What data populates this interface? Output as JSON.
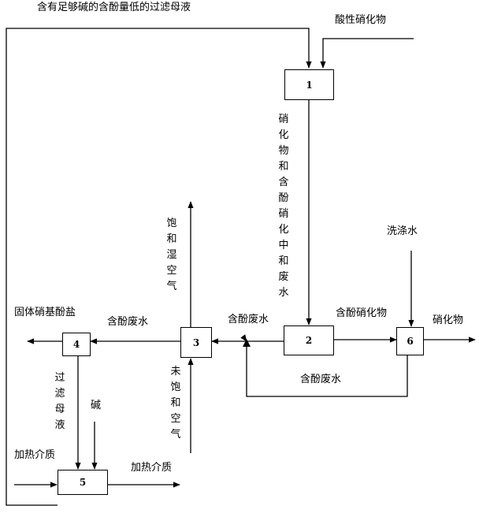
{
  "units": [
    {
      "id": "unit-1",
      "number": "1"
    },
    {
      "id": "unit-2",
      "number": "2"
    },
    {
      "id": "unit-3",
      "number": "3"
    },
    {
      "id": "unit-4",
      "number": "4"
    },
    {
      "id": "unit-5",
      "number": "5"
    },
    {
      "id": "unit-6",
      "number": "6"
    }
  ],
  "labels": {
    "recycle_mother_liquor": "含有足够碱的含酚量低的过滤母液",
    "acidic_nitrate": "酸性硝化物",
    "nitrate_phenol_neutral_wastewater": "硝化物和含酚硝化中和废水",
    "wash_water": "洗涤水",
    "saturated_humid_air": "饱和湿空气",
    "solid_nitrophenol_salt": "固体硝基酚盐",
    "phenol_wastewater_3_to_4": "含酚废水",
    "phenol_wastewater_2_to_3": "含酚废水",
    "phenol_nitrate": "含酚硝化物",
    "nitrate_product": "硝化物",
    "phenol_wastewater_return": "含酚废水",
    "filter_mother_liquor": "过滤母液",
    "alkali": "碱",
    "unsaturated_air": "未饱和空气",
    "heating_medium_in": "加热介质",
    "heating_medium_out": "加热介质"
  }
}
